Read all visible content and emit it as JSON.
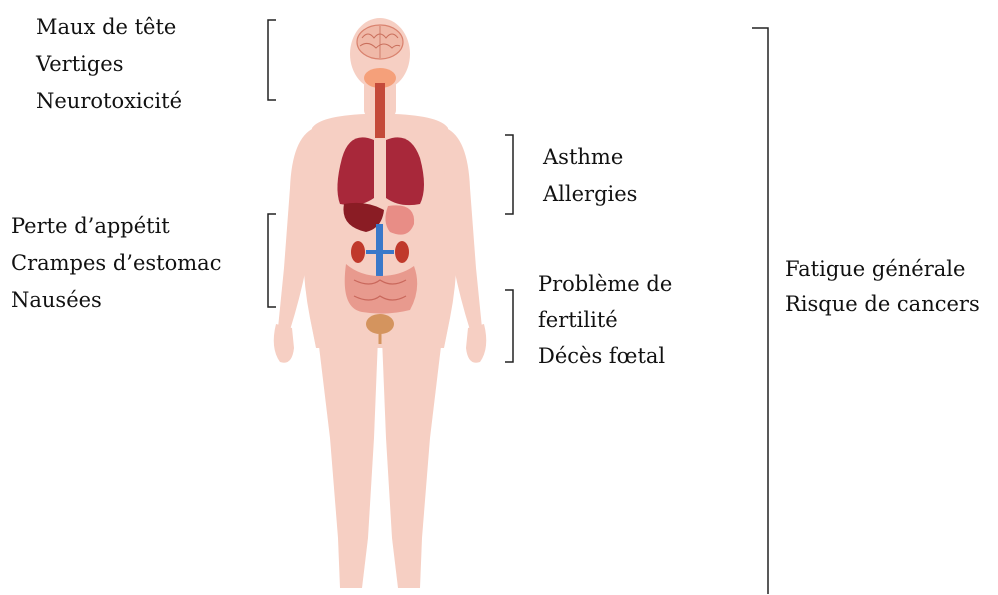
{
  "groups": {
    "head": {
      "lines": [
        "Maux de tête",
        "Vertiges",
        "Neurotoxicité"
      ]
    },
    "lungs": {
      "lines": [
        "Asthme",
        "Allergies"
      ]
    },
    "stomach": {
      "lines": [
        "Perte d’appétit",
        "Crampes d’estomac",
        "Nausées"
      ]
    },
    "reproductive": {
      "lines": [
        "Problème de",
        "fertilité",
        "Décès fœtal"
      ]
    },
    "general": {
      "lines": [
        "Fatigue générale",
        "Risque de cancers"
      ]
    }
  },
  "colors": {
    "skin": "#f6cfc3",
    "lungs": "#a8283a",
    "brain": "#f0b9a8",
    "liver": "#8a1c24",
    "stomach": "#e88d86",
    "kidneys": "#c0392b",
    "vessels": "#3a78c9",
    "intestines": "#e89a8e",
    "bladder": "#d4945e",
    "thyroid": "#f5a07a",
    "bracket": "#222222"
  }
}
